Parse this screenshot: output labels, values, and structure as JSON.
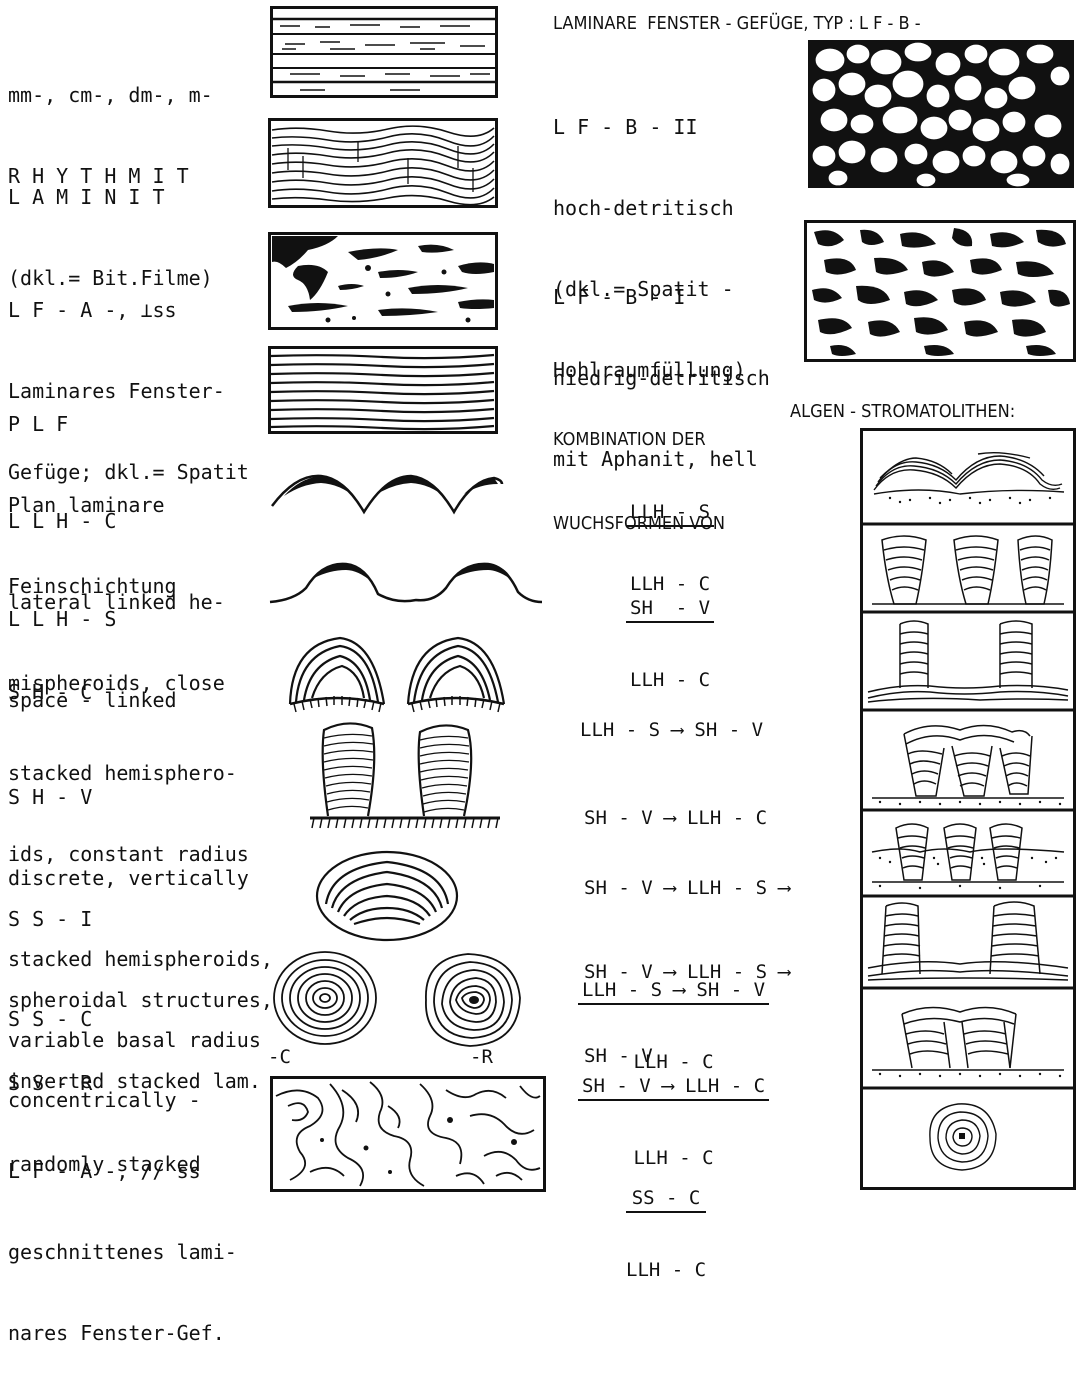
{
  "legend_left": [
    {
      "id": "rhythmit",
      "lines": [
        "mm-, cm-, dm-, m-",
        "R H Y T H M I T"
      ]
    },
    {
      "id": "laminit",
      "lines": [
        "L A M I N I T",
        "(dkl.= Bit.Filme)"
      ]
    },
    {
      "id": "lf-a-perp",
      "lines": [
        "L F - A -, ⊥ss",
        "Laminares Fenster-",
        "Gefüge; dkl.= Spatit"
      ]
    },
    {
      "id": "plf",
      "lines": [
        "P L F",
        "Plan laminare",
        "Feinschichtung"
      ]
    },
    {
      "id": "llh-c",
      "lines": [
        "L L H - C",
        "lateral linked he-",
        "mispheroids, close"
      ]
    },
    {
      "id": "llh-s",
      "lines": [
        "L L H - S",
        "space - linked"
      ]
    },
    {
      "id": "sh-c",
      "lines": [
        "S H - C",
        "stacked hemisphero-",
        "ids, constant radius"
      ]
    },
    {
      "id": "sh-v",
      "lines": [
        "S H - V",
        "discrete, vertically",
        "stacked hemispheroids,",
        "variable basal radius"
      ]
    },
    {
      "id": "ss-i",
      "lines": [
        "S S - I",
        "spheroidal structures,",
        "inverted stacked lam."
      ]
    },
    {
      "id": "ss-c",
      "lines": [
        "S S - C",
        "concentrically -"
      ]
    },
    {
      "id": "ss-r",
      "lines": [
        "S S - R",
        "randomly stacked"
      ]
    },
    {
      "id": "lf-a-par",
      "lines": [
        "L F - A -, // ss",
        "geschnittenes lami-",
        "nares Fenster-Gef."
      ]
    }
  ],
  "ss_marks": {
    "c": "-C",
    "r": "-R"
  },
  "right_header": "LAMINARE  FENSTER - GEFÜGE, TYP : L F - B -",
  "legend_right": [
    {
      "id": "lf-b-ii",
      "lines": [
        "L F - B - II",
        "hoch-detritisch",
        "(dkl.= Spatit -",
        "Hohlraumfüllung)"
      ]
    },
    {
      "id": "lf-b-i",
      "lines": [
        "L F - B - I",
        "niedrig-detritisch",
        "mit Aphanit, hell"
      ]
    }
  ],
  "combination_title": [
    "KOMBINATION DER",
    "WUCHSFORMEN VON",
    "ALGEN - STROMATOLITHEN:"
  ],
  "combinations": [
    {
      "type": "fraction",
      "num": "LLH - S",
      "den": "LLH - C"
    },
    {
      "type": "fraction",
      "num": "SH  - V",
      "den": "LLH - C"
    },
    {
      "type": "line",
      "lines": [
        "LLH - S ⟶ SH - V"
      ]
    },
    {
      "type": "line",
      "lines": [
        "SH - V ⟶ LLH - C"
      ]
    },
    {
      "type": "line",
      "lines": [
        "SH - V ⟶ LLH - S ⟶",
        "SH - V ⟶ LLH - S ⟶",
        "SH - V"
      ]
    },
    {
      "type": "fraction",
      "num": "LLH - S ⟶ SH - V",
      "den": "LLH - C"
    },
    {
      "type": "fraction",
      "num": "SH - V ⟶ LLH - C",
      "den": "LLH - C"
    },
    {
      "type": "fraction",
      "num": "SS - C",
      "den": "LLH - C"
    }
  ]
}
